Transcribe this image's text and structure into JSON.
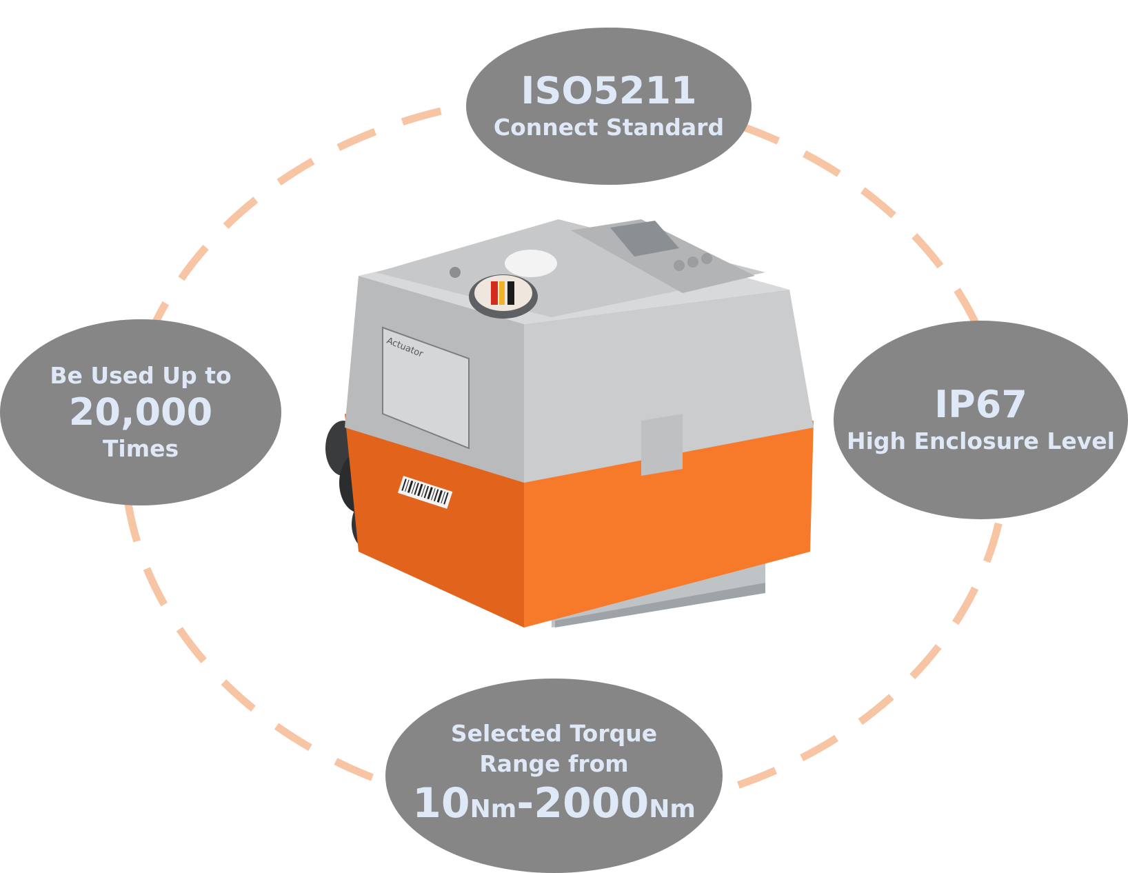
{
  "colors": {
    "bubble": "#868686",
    "bubble_text": "#dfe8f6",
    "dash_ring": "#f7c5a4",
    "actuator_top": "#c9cacb",
    "actuator_bottom": "#f5772a"
  },
  "features": {
    "iso": {
      "headline": "ISO5211",
      "subline": "Connect Standard"
    },
    "ip": {
      "headline": "IP67",
      "subline": "High Enclosure Level"
    },
    "cycles": {
      "line1": "Be Used Up to",
      "headline": "20,000",
      "line3": "Times"
    },
    "torque": {
      "line1": "Selected Torque",
      "line2": "Range from",
      "min": "10",
      "min_unit": "Nm",
      "sep": "-",
      "max": "2000",
      "max_unit": "Nm"
    }
  },
  "product": {
    "name": "electric-actuator",
    "label_text": "Actuator"
  }
}
